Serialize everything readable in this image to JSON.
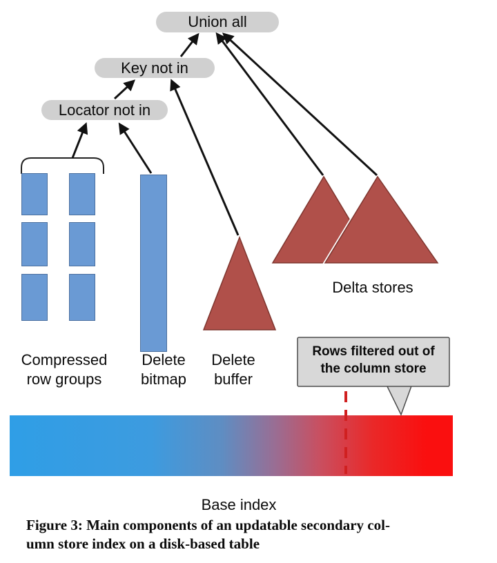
{
  "pills": {
    "union_all": "Union all",
    "key_not_in": "Key not in",
    "locator_not_in": "Locator not in"
  },
  "labels": {
    "compressed_row_groups_line1": "Compressed",
    "compressed_row_groups_line2": "row groups",
    "delete_bitmap_line1": "Delete",
    "delete_bitmap_line2": "bitmap",
    "delete_buffer_line1": "Delete",
    "delete_buffer_line2": "buffer",
    "delta_stores": "Delta stores",
    "base_index": "Base index"
  },
  "callout": {
    "line1": "Rows filtered out of",
    "line2": "the column store"
  },
  "caption": {
    "line1": "Figure 3: Main components of an updatable secondary col-",
    "line2": "umn store index on a disk-based table"
  },
  "colors": {
    "row_group_blue": "#6a9ad4",
    "delta_red": "#b0504a",
    "pill_gray": "#d0d0d0",
    "callout_gray": "#d8d8d8",
    "bar_gradient_left": "#2f9ee6",
    "bar_gradient_right": "#fa0f0f",
    "dashed_line_red": "#d02020"
  }
}
